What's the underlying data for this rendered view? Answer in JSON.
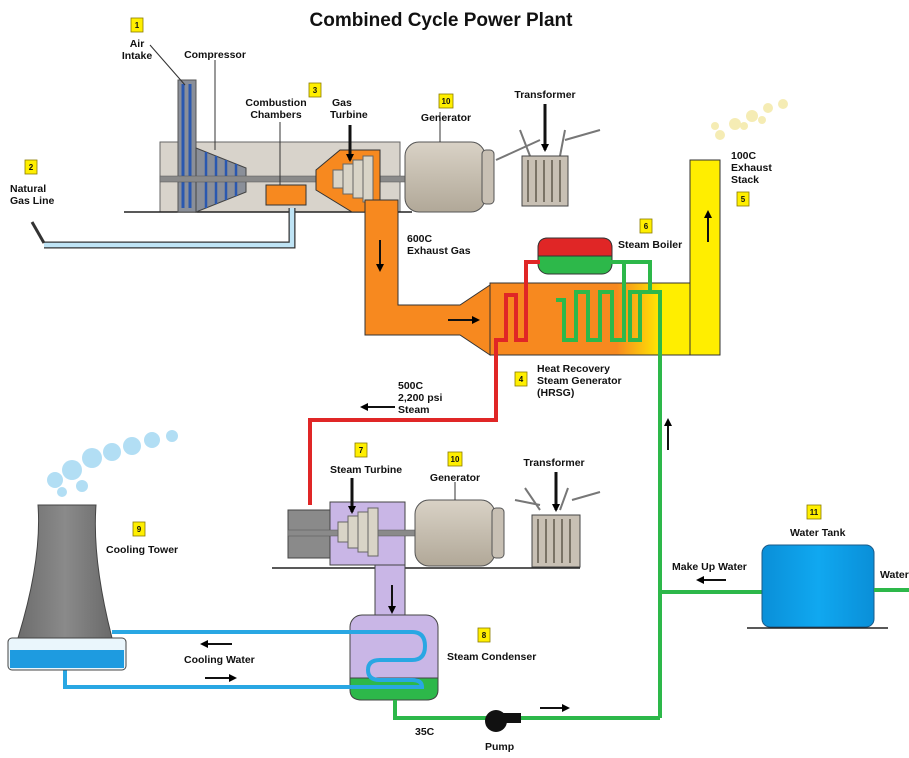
{
  "title": "Combined Cycle Power Plant",
  "colors": {
    "exhaust_hot": "#f7891f",
    "exhaust_cool": "#ffee00",
    "steam": "#e02626",
    "water": "#2db84a",
    "cooling_water": "#29a7e3",
    "steam_turbine_casing": "#c9b6e6",
    "machinery_grey": "#c8c0b4"
  },
  "components": {
    "air_intake": {
      "number": "1",
      "label_line1": "Air",
      "label_line2": "Intake"
    },
    "natural_gas_line": {
      "number": "2",
      "label_line1": "Natural",
      "label_line2": "Gas Line"
    },
    "gas_turbine": {
      "number": "3",
      "label_line1": "Gas",
      "label_line2": "Turbine"
    },
    "compressor": {
      "label": "Compressor"
    },
    "combustion_chambers": {
      "label_line1": "Combustion",
      "label_line2": "Chambers"
    },
    "generator_top": {
      "number": "10",
      "label": "Generator"
    },
    "transformer_top": {
      "label": "Transformer"
    },
    "exhaust_stack": {
      "number": "5",
      "label_line1": "100C",
      "label_line2": "Exhaust",
      "label_line3": "Stack"
    },
    "steam_boiler": {
      "number": "6",
      "label": "Steam Boiler"
    },
    "exhaust_gas": {
      "label_line1": "600C",
      "label_line2": "Exhaust Gas"
    },
    "hrsg": {
      "number": "4",
      "label_line1": "Heat Recovery",
      "label_line2": "Steam Generator",
      "label_line3": "(HRSG)"
    },
    "steam_line": {
      "label_line1": "500C",
      "label_line2": "2,200 psi",
      "label_line3": "Steam"
    },
    "steam_turbine": {
      "number": "7",
      "label": "Steam Turbine"
    },
    "generator_bottom": {
      "number": "10",
      "label": "Generator"
    },
    "transformer_bottom": {
      "label": "Transformer"
    },
    "cooling_tower": {
      "number": "9",
      "label": "Cooling Tower"
    },
    "cooling_water": {
      "label": "Cooling Water"
    },
    "steam_condenser": {
      "number": "8",
      "label": "Steam Condenser"
    },
    "water_tank": {
      "number": "11",
      "label": "Water Tank"
    },
    "make_up_water": {
      "label": "Make Up Water"
    },
    "water_inlet": {
      "label": "Water"
    },
    "condensate": {
      "label": "35C"
    },
    "pump": {
      "label": "Pump"
    }
  }
}
